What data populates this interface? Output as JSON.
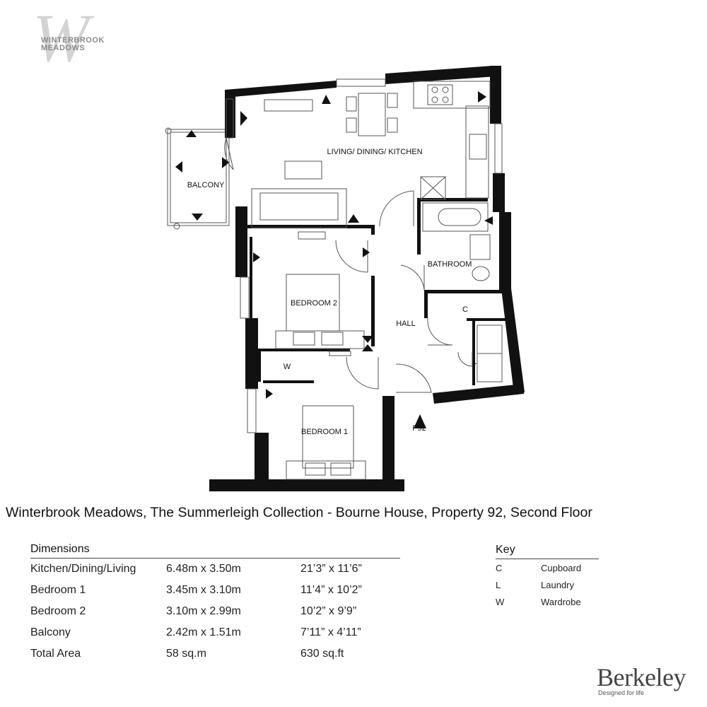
{
  "logo": {
    "letter": "W",
    "line1": "WINTERBROOK",
    "line2": "MEADOWS"
  },
  "plan": {
    "rooms": {
      "living": "LIVING/ DINING/ KITCHEN",
      "balcony": "BALCONY",
      "bedroom2": "BEDROOM 2",
      "bathroom": "BATHROOM",
      "cupboard": "C",
      "hall": "HALL",
      "wardrobe": "W",
      "laundry": "L",
      "bedroom1": "BEDROOM 1",
      "entrance": "P92"
    }
  },
  "title": "Winterbrook Meadows, The Summerleigh Collection - Bourne House, Property 92, Second Floor",
  "dimensions": {
    "heading": "Dimensions",
    "rows": [
      {
        "room": "Kitchen/Dining/Living",
        "metric": "6.48m x 3.50m",
        "imperial": "21’3” x 11’6”"
      },
      {
        "room": "Bedroom 1",
        "metric": "3.45m x 3.10m",
        "imperial": "11’4” x 10’2”"
      },
      {
        "room": "Bedroom 2",
        "metric": "3.10m x 2.99m",
        "imperial": "10’2” x 9’9”"
      },
      {
        "room": "Balcony",
        "metric": "2.42m x 1.51m",
        "imperial": "7’11” x 4’11”"
      },
      {
        "room": "Total Area",
        "metric": "58 sq.m",
        "imperial": "630 sq.ft"
      }
    ]
  },
  "key": {
    "heading": "Key",
    "items": [
      {
        "code": "C",
        "meaning": "Cupboard"
      },
      {
        "code": "L",
        "meaning": "Laundry"
      },
      {
        "code": "W",
        "meaning": "Wardrobe"
      }
    ]
  },
  "brand": {
    "name": "Berkeley",
    "tagline": "Designed for life"
  },
  "colors": {
    "wall": "#111111",
    "fixture": "#555555",
    "logo": "#d3d3d3",
    "text": "#111111"
  }
}
